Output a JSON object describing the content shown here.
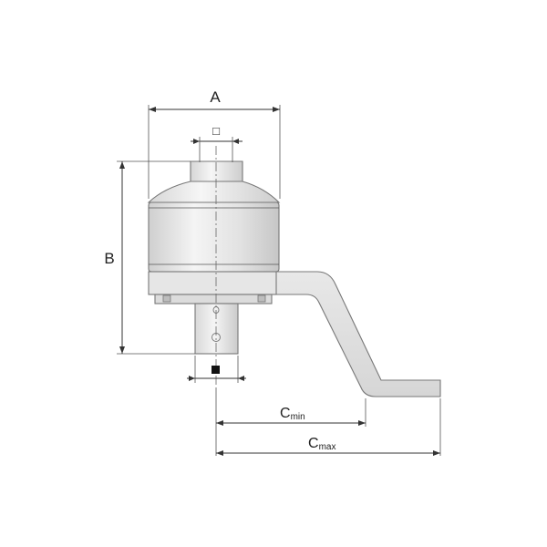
{
  "dimensions": {
    "a_label": "A",
    "b_label": "B",
    "square_symbol": "□",
    "cmin_main": "C",
    "cmin_sub": "min",
    "cmax_main": "C",
    "cmax_sub": "max"
  },
  "colors": {
    "body_light": "#f2f2f2",
    "body_mid": "#d9d9d9",
    "body_dark": "#bcbcbc",
    "outline": "#777777",
    "dimension_line": "#333333",
    "drive_square": "#111111"
  },
  "icons": {
    "drive_square": "filled-square-icon",
    "input_square": "square-outline-icon"
  }
}
